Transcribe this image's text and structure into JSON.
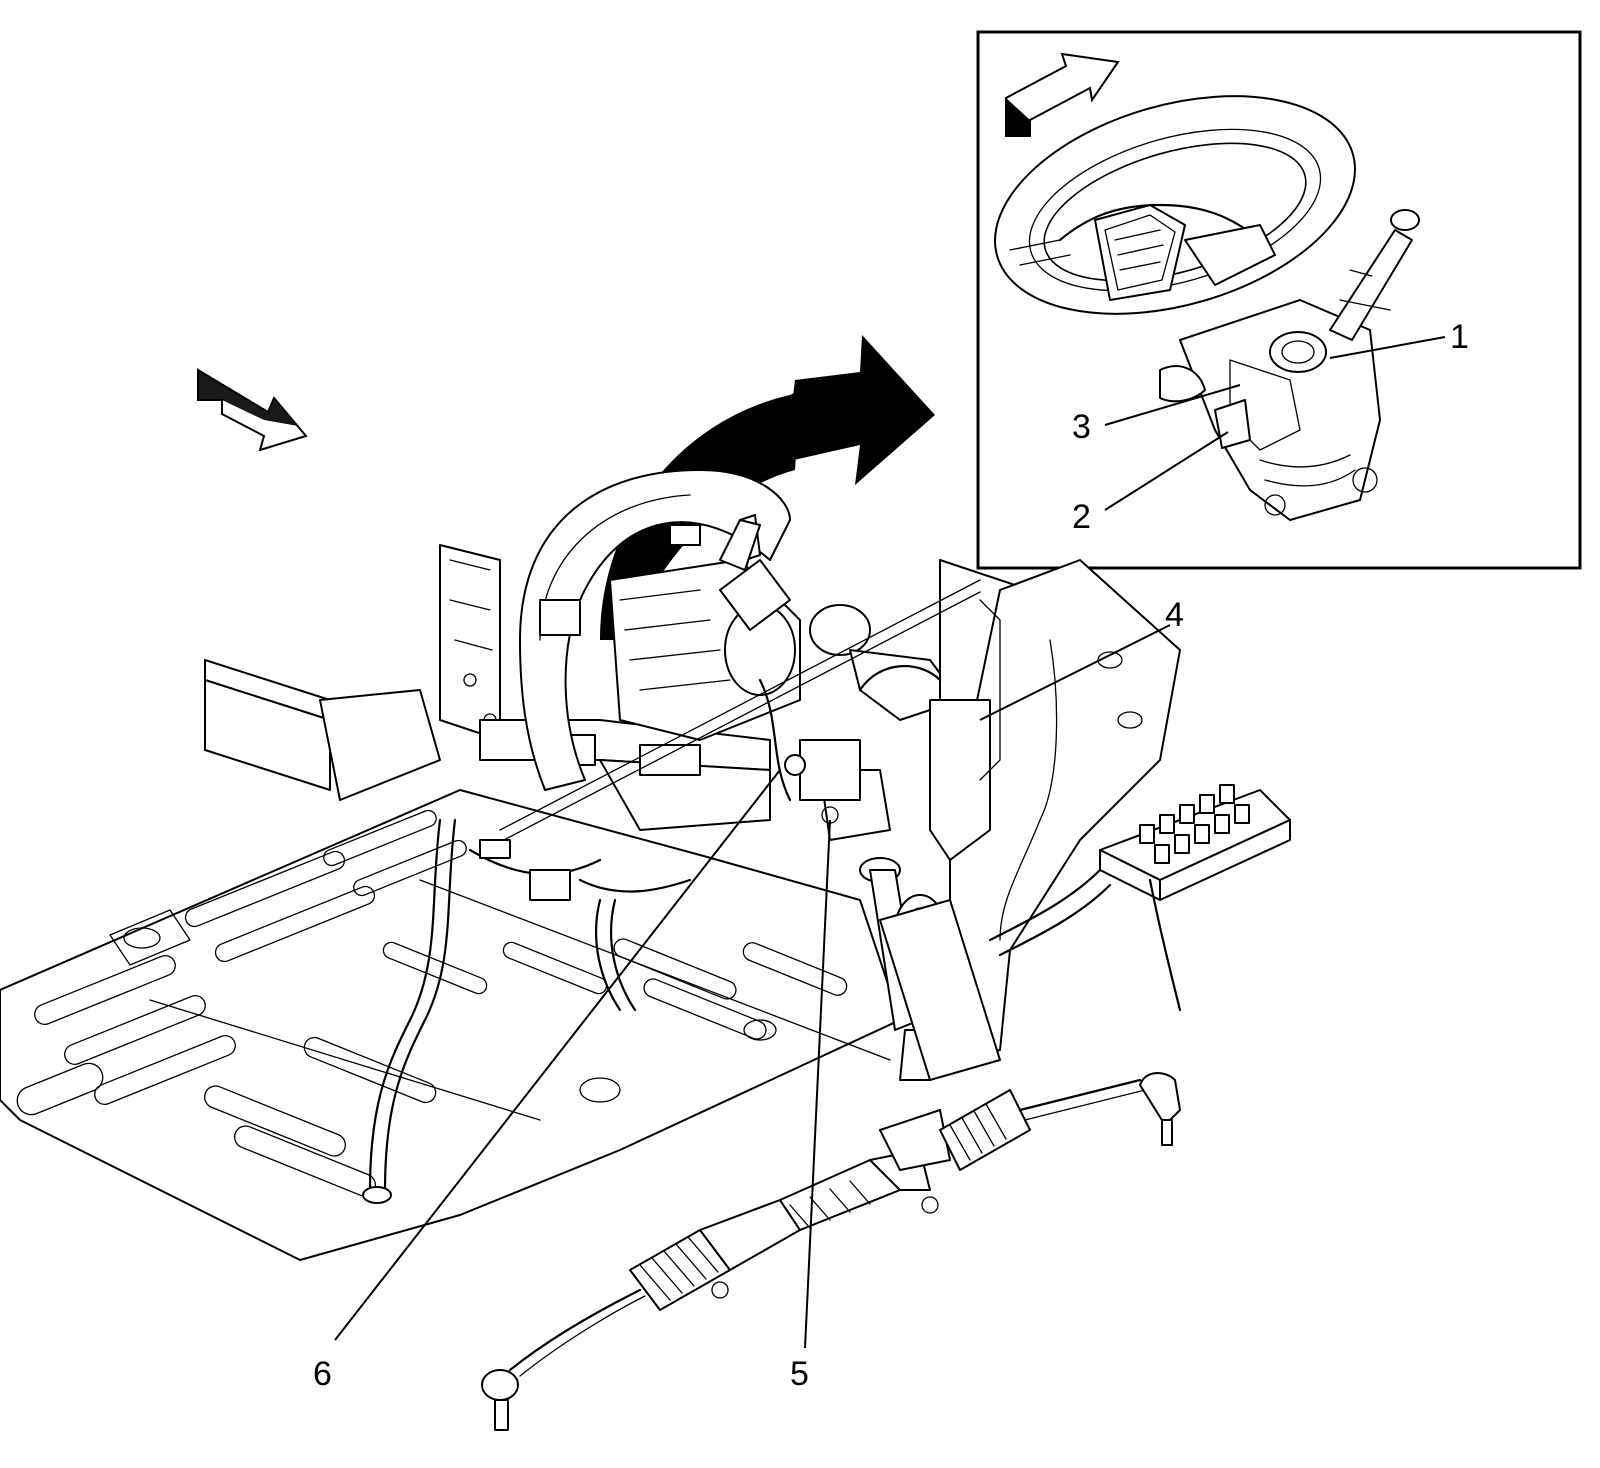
{
  "callouts": {
    "c1": "1",
    "c2": "2",
    "c3": "3",
    "c4": "4",
    "c5": "5",
    "c6": "6"
  },
  "colors": {
    "ink": "#000000",
    "paper": "#ffffff"
  },
  "icons": {
    "direction_arrow_main": "front-direction-arrow-icon",
    "direction_arrow_inset": "front-direction-arrow-icon",
    "zoom_arrow": "curved-zoom-arrow-icon"
  }
}
